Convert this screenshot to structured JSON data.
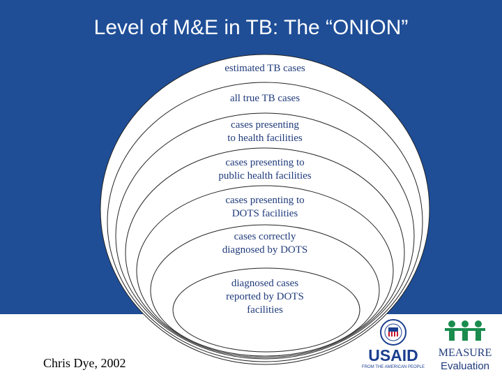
{
  "slide": {
    "title": "Level of M&E in TB:  The “ONION”",
    "credit": "Chris Dye, 2002"
  },
  "onion": {
    "layers": [
      {
        "lines": [
          "estimated TB cases"
        ]
      },
      {
        "lines": [
          "all true TB cases"
        ]
      },
      {
        "lines": [
          "cases presenting",
          "to health facilities"
        ]
      },
      {
        "lines": [
          "cases presenting to",
          "public health facilities"
        ]
      },
      {
        "lines": [
          "cases presenting to",
          "DOTS facilities"
        ]
      },
      {
        "lines": [
          "cases correctly",
          "diagnosed by DOTS"
        ]
      },
      {
        "lines": [
          "diagnosed cases",
          "reported by DOTS",
          "facilities"
        ]
      }
    ]
  },
  "logos": {
    "usaid": {
      "wordmark": "USAID",
      "tagline": "FROM THE AMERICAN PEOPLE"
    },
    "measure": {
      "name_line1": "MEASURE",
      "name_line2": "Evaluation"
    }
  },
  "colors": {
    "background_blue": "#1f4e97",
    "label_text": "#1f3a7a",
    "usaid_blue": "#1b3f8f",
    "usaid_red": "#c8102e",
    "measure_green": "#1a8c4e"
  }
}
